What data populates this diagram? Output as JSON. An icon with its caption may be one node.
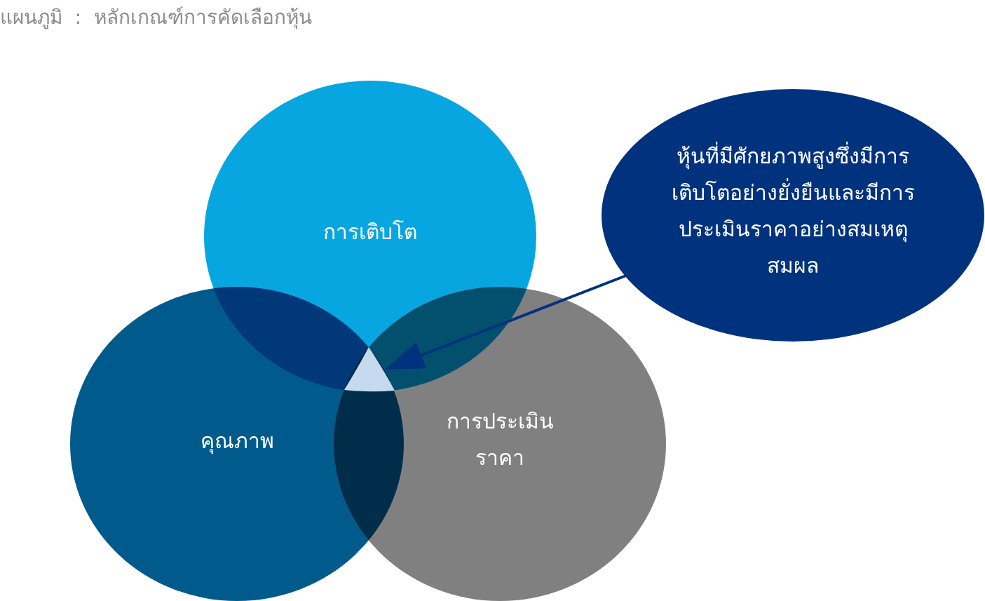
{
  "diagram": {
    "title": "แผนภูมิ  :  หลักเกณฑ์การคัดเลือกหุ้น",
    "nodes": [
      {
        "text": [
          "การเติบโต"
        ]
      },
      {
        "text": [
          "คุณภาพ"
        ]
      },
      {
        "text": [
          "การประเมินราคา"
        ]
      },
      {
        "text": [
          "หุ้นที่มีศักยภาพสูงซึ่งมีการเติบโตอย่างยั่งยืนและมีการประเมินราคาอย่างสมเหตุสมผล"
        ]
      },
      {
        "text": [],
        "shape": "triangle"
      }
    ],
    "edges": [
      {
        "from": 3,
        "to": 4,
        "arrow": "to"
      }
    ]
  }
}
